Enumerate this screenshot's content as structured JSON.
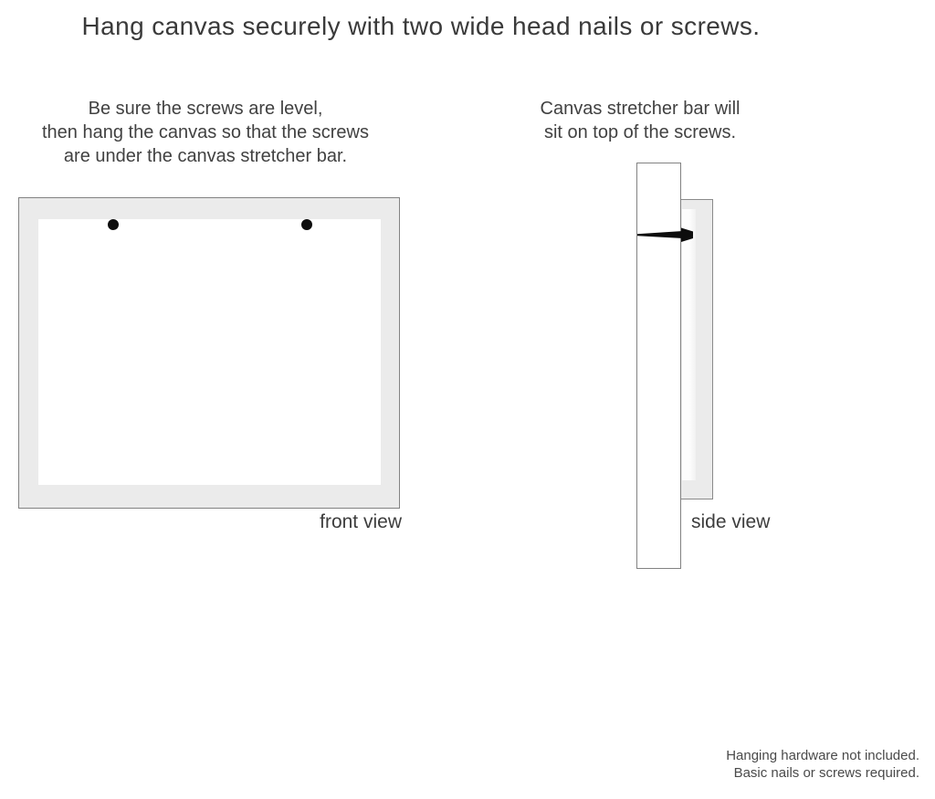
{
  "title": "Hang canvas securely with two wide head nails or screws.",
  "notes": {
    "left": {
      "line1": "Be sure the screws are level,",
      "line2": "then hang the canvas so that the screws",
      "line3": "are under the canvas stretcher bar."
    },
    "right": {
      "line1": "Canvas stretcher bar will",
      "line2": "sit on top of the screws."
    }
  },
  "front_view": {
    "label": "front view",
    "nail_count": 2
  },
  "side_view": {
    "label": "side view"
  },
  "footer": {
    "line1": "Hanging hardware not included.",
    "line2": "Basic nails or screws required."
  },
  "colors": {
    "background": "#ffffff",
    "canvas_frame_fill": "#ebebeb",
    "canvas_face_fill": "#ffffff",
    "outline": "#828282",
    "nail": "#0d0d0d",
    "text": "#3d3d3d"
  }
}
